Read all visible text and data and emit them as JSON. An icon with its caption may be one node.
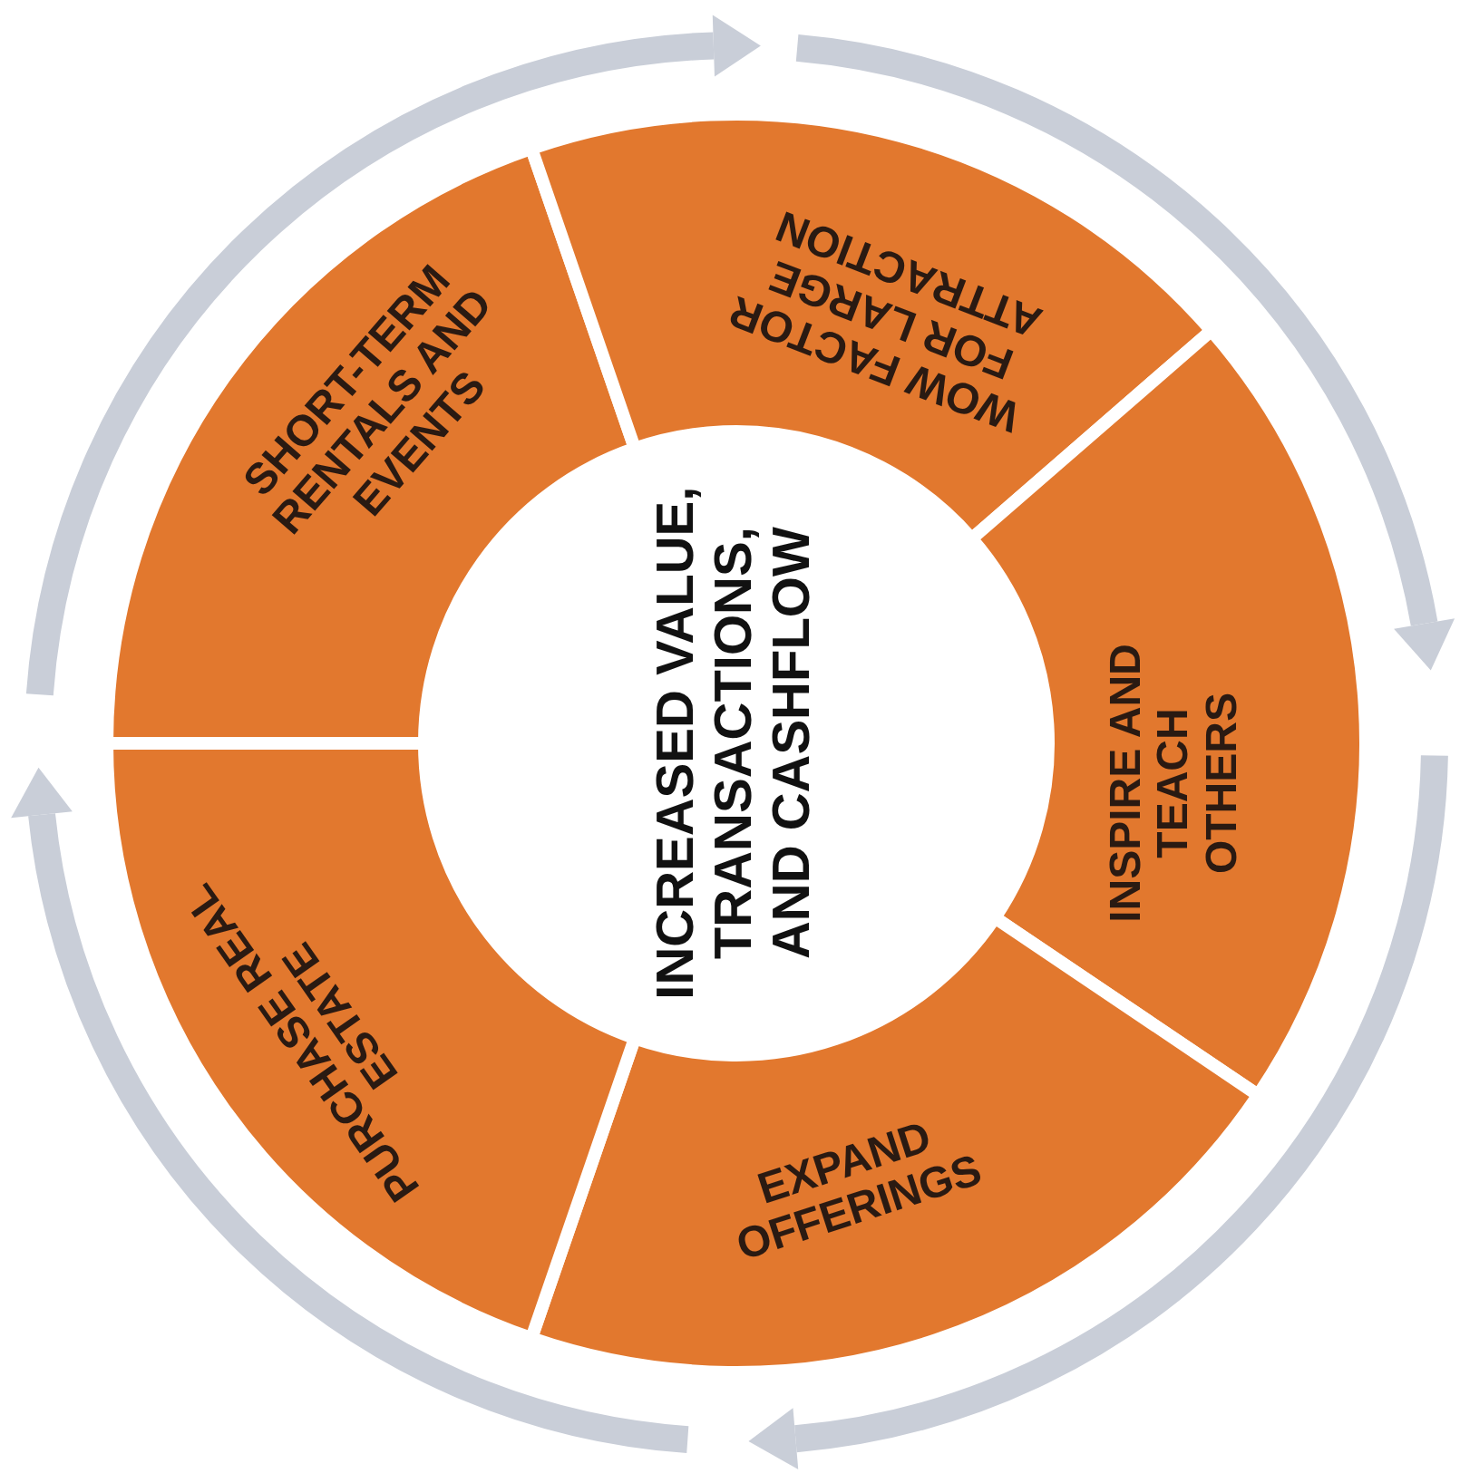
{
  "diagram": {
    "nodes": [
      {
        "text": [
          "INCREASED VALUE, TRANSACTIONS, AND CASHFLOW"
        ]
      },
      {
        "text": [
          "SHORT-TERM RENTALS AND EVENTS"
        ]
      },
      {
        "text": [
          "WOW FACTOR FOR LARGE ATTRACTION"
        ]
      },
      {
        "text": [
          "INSPIRE AND TEACH OTHERS"
        ]
      },
      {
        "text": [
          "EXPAND OFFERINGS"
        ]
      },
      {
        "text": [
          "PURCHASE REAL ESTATE"
        ]
      }
    ]
  }
}
